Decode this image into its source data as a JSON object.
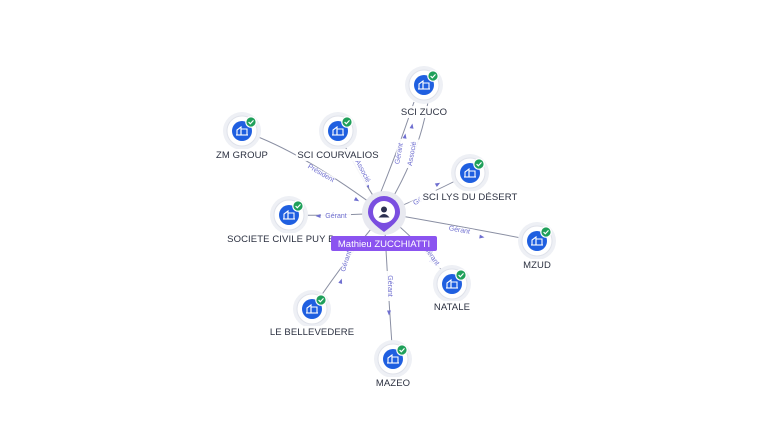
{
  "center": {
    "name": "Mathieu ZUCCHIATTI",
    "icon": "person-icon"
  },
  "companies": [
    {
      "id": "zm-group",
      "label": "ZM GROUP",
      "icon": "building-icon",
      "status": "check-icon"
    },
    {
      "id": "sci-courvalios",
      "label": "SCI COURVALIOS",
      "icon": "building-icon",
      "status": "check-icon"
    },
    {
      "id": "sci-zuco",
      "label": "SCI ZUCO",
      "icon": "building-icon",
      "status": "check-icon"
    },
    {
      "id": "sci-lys",
      "label": "SCI LYS DU DÉSERT",
      "icon": "building-icon",
      "status": "check-icon"
    },
    {
      "id": "mzud",
      "label": "MZUD",
      "icon": "building-icon",
      "status": "check-icon"
    },
    {
      "id": "natale",
      "label": "NATALE",
      "icon": "building-icon",
      "status": "check-icon"
    },
    {
      "id": "mazeo",
      "label": "MAZEO",
      "icon": "building-icon",
      "status": "check-icon"
    },
    {
      "id": "le-bellevedere",
      "label": "LE BELLEVEDERE",
      "icon": "building-icon",
      "status": "check-icon"
    },
    {
      "id": "societe-civile-puy",
      "label": "SOCIETE CIVILE PUY B...",
      "icon": "building-icon",
      "status": "check-icon"
    }
  ],
  "relations": [
    {
      "to": "zm-group",
      "label": "Président"
    },
    {
      "to": "sci-courvalios",
      "label": "Associé"
    },
    {
      "to": "sci-zuco",
      "label": "Gérant"
    },
    {
      "to": "sci-zuco",
      "label": "Associé"
    },
    {
      "to": "sci-lys",
      "label": "Gérant"
    },
    {
      "to": "mzud",
      "label": "Gérant"
    },
    {
      "to": "natale",
      "label": "Gérant"
    },
    {
      "to": "mazeo",
      "label": "Gérant"
    },
    {
      "to": "le-bellevedere",
      "label": "Gérant"
    },
    {
      "to": "societe-civile-puy",
      "label": "Gérant"
    }
  ],
  "colors": {
    "accent": "#8b54f0",
    "company": "#1f5fe0",
    "status_ok": "#1fa05a",
    "edge_label": "#6f6fd0"
  }
}
